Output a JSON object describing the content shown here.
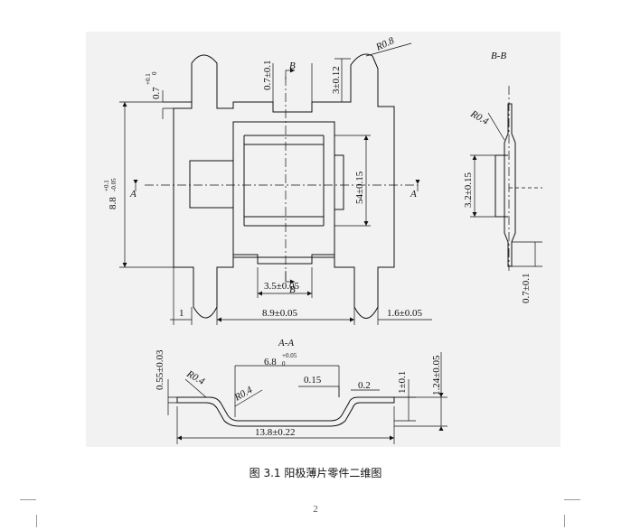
{
  "caption": "图 3.1  阳极薄片零件二维图",
  "page_number": "2",
  "views": {
    "section_aa_title": "A-A",
    "section_bb_title": "B-B",
    "section_marker_a": "A",
    "section_marker_b": "B"
  },
  "dimensions": {
    "top_gap_tol": "0.7",
    "top_gap_tol_upper": "+0.1",
    "top_gap_tol_lower": "0",
    "center_gap": "0.7±0.1",
    "r08": "R0.8",
    "d3": "3±0.12",
    "height": "8.8",
    "height_upper": "+0.1",
    "height_lower": "-0.05",
    "window": "54±0.15",
    "d35": "3.5±0.05",
    "d1": "1",
    "d89": "8.9±0.05",
    "d16": "1.6±0.05",
    "bb_r04": "R0.4",
    "bb_32": "3.2±0.15",
    "bb_07": "0.7±0.1",
    "aa_055": "0.55±0.03",
    "aa_r04_left": "R0.4",
    "aa_r04_mid": "R0.4",
    "aa_68": "6.8",
    "aa_68_upper": "+0.05",
    "aa_68_lower": "0",
    "aa_015": "0.15",
    "aa_02": "0.2",
    "aa_1": "1±0.1",
    "aa_124": "1.24±0.05",
    "aa_138": "13.8±0.22"
  }
}
